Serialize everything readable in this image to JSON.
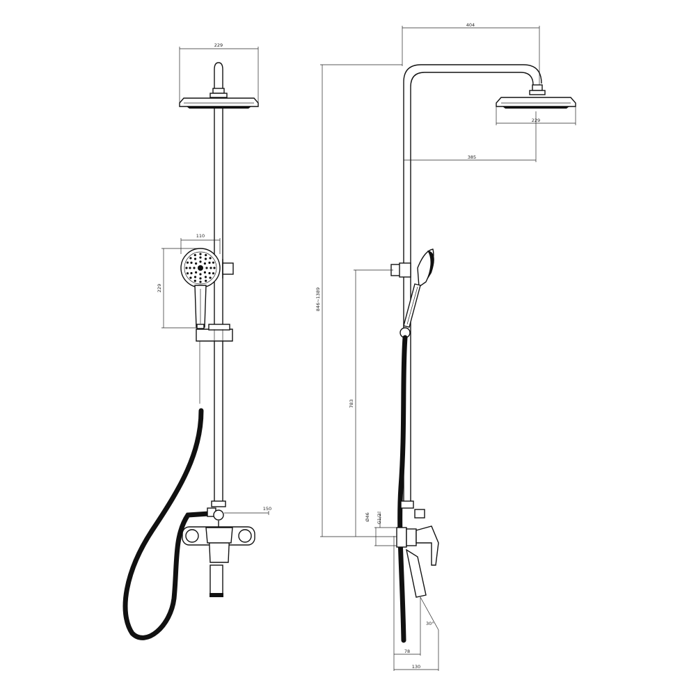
{
  "diagram": {
    "front_view": {
      "dims": {
        "head_width": "229",
        "handshower_width": "110",
        "handshower_height": "229",
        "mixer_projection": "150"
      }
    },
    "side_view": {
      "dims": {
        "arm_total": "404",
        "head_width": "229",
        "arm_reach": "385",
        "height_range": "846~1389",
        "holder_height": "783",
        "pipe_diameter": "Ø46",
        "thread": "G1/2\"",
        "spout_angle": "30°",
        "spout_depth": "78",
        "total_depth": "130"
      }
    }
  }
}
